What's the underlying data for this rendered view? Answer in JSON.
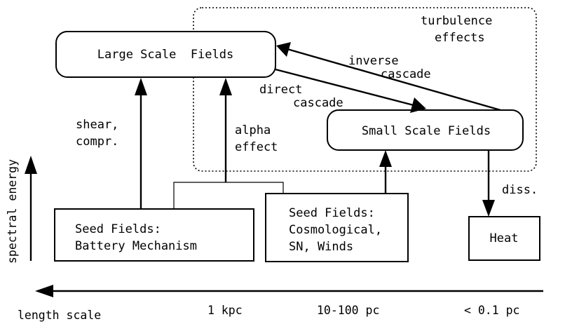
{
  "regions": {
    "turbulence_line1": "turbulence",
    "turbulence_line2": "effects"
  },
  "nodes": {
    "large_scale_fields": "Large Scale  Fields",
    "small_scale_fields": "Small Scale Fields",
    "seed_battery_line1": "Seed Fields:",
    "seed_battery_line2": "Battery Mechanism",
    "seed_cosmo_line1": "Seed Fields:",
    "seed_cosmo_line2": "Cosmological,",
    "seed_cosmo_line3": "SN, Winds",
    "heat": "Heat"
  },
  "edges": {
    "inverse_cascade_line1": "inverse",
    "inverse_cascade_line2": "cascade",
    "direct_cascade_line1": "direct",
    "direct_cascade_line2": "cascade",
    "shear_line1": "shear,",
    "shear_line2": "compr.",
    "alpha_line1": "alpha",
    "alpha_line2": "effect",
    "diss": "diss."
  },
  "axes": {
    "y_label": "spectral energy",
    "x_label": "length scale",
    "x_ticks": [
      "1 kpc",
      "10-100 pc",
      "< 0.1 pc"
    ]
  }
}
